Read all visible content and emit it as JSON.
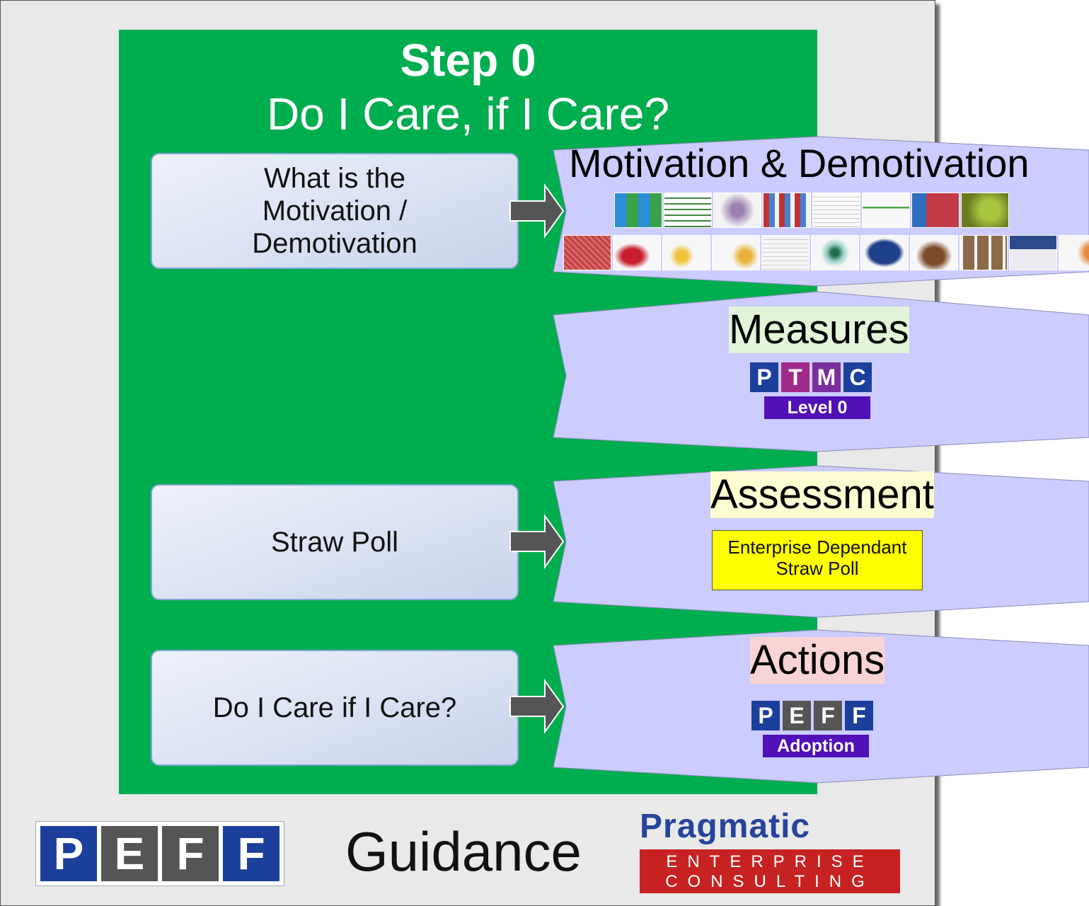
{
  "step": {
    "title": "Step 0",
    "subtitle": "Do I Care, if I Care?"
  },
  "left_boxes": [
    {
      "label": "What is the Motivation / Demotivation"
    },
    {
      "label": "Straw Poll"
    },
    {
      "label": "Do I Care if I Care?"
    }
  ],
  "chevrons": {
    "motivation": {
      "heading": "Motivation & Demotivation"
    },
    "measures": {
      "heading": "Measures",
      "logo_letters": [
        "P",
        "T",
        "M",
        "C"
      ],
      "badge": "Level 0"
    },
    "assessment": {
      "heading": "Assessment",
      "note_line1": "Enterprise Dependant",
      "note_line2": "Straw Poll"
    },
    "actions": {
      "heading": "Actions",
      "logo_letters": [
        "P",
        "E",
        "F",
        "F"
      ],
      "badge": "Adoption"
    }
  },
  "footer": {
    "logo_letters": [
      "P",
      "E",
      "F",
      "F"
    ],
    "guidance": "Guidance",
    "company_name": "Pragmatic",
    "company_tagline": "ENTERPRISE CONSULTING"
  },
  "colors": {
    "green_panel": "#00ad4f",
    "chevron_fill": "#ccccff",
    "badge": "#5210b7",
    "measures_highlight": "#e2f5d9",
    "assessment_highlight": "#fefed2",
    "actions_highlight": "#f9d4d4",
    "note_yellow": "#ffff00"
  }
}
